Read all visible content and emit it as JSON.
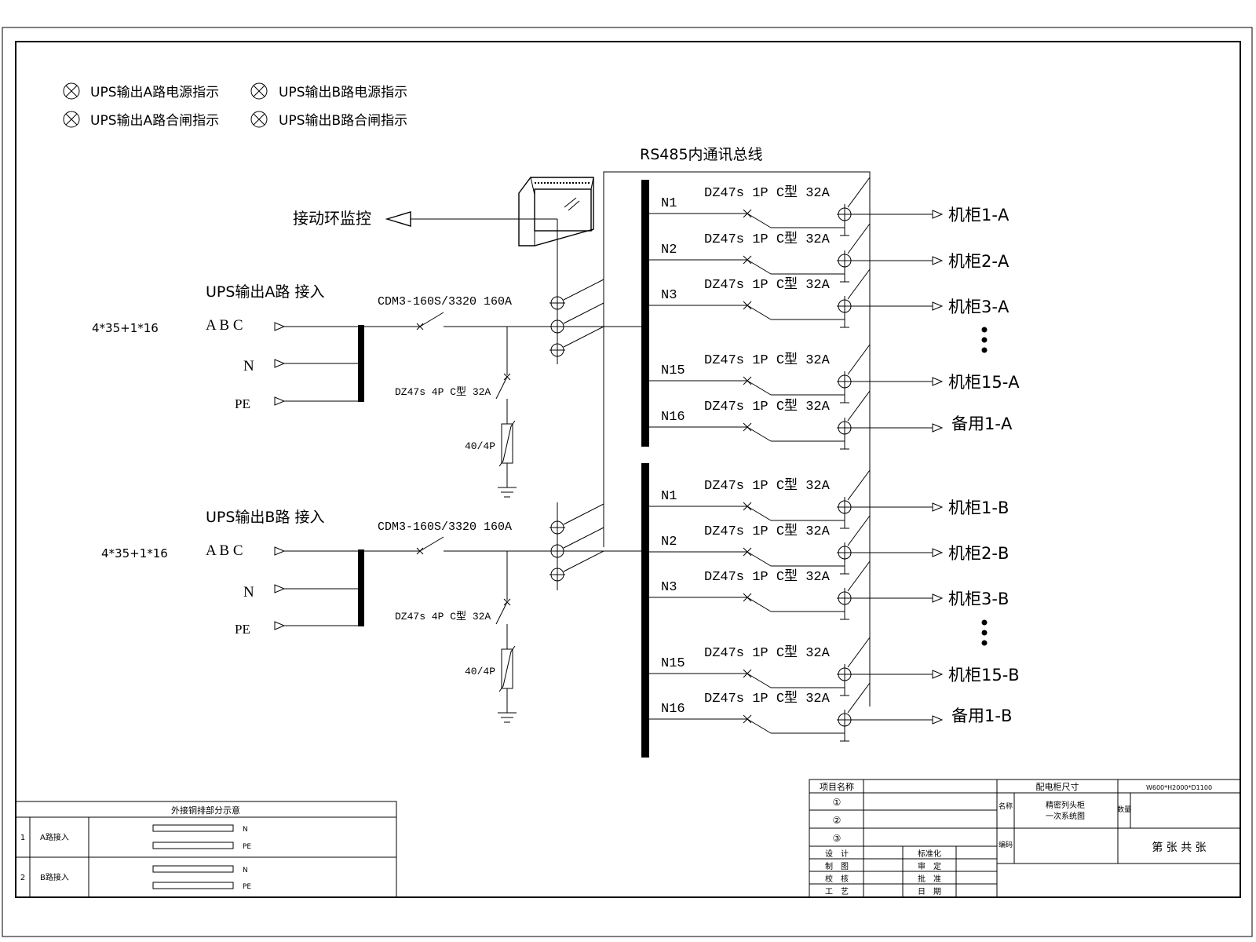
{
  "legend": {
    "items": [
      "UPS输出A路电源指示",
      "UPS输出B路电源指示",
      "UPS输出A路合闸指示",
      "UPS输出B路合闸指示"
    ]
  },
  "rs485_label": "RS485内通讯总线",
  "monitor_label": "接动环监控",
  "inputs": [
    {
      "title": "UPS输出A路 接入",
      "cable": "4*35+1*16",
      "phase_abc": "A B C",
      "neutral": "N",
      "pe": "PE",
      "main_breaker": "CDM3-160S/3320 160A",
      "spd_breaker": "DZ47s 4P C型 32A",
      "spd": "40/4P"
    },
    {
      "title": "UPS输出B路 接入",
      "cable": "4*35+1*16",
      "phase_abc": "A B C",
      "neutral": "N",
      "pe": "PE",
      "main_breaker": "CDM3-160S/3320 160A",
      "spd_breaker": "DZ47s 4P C型 32A",
      "spd": "40/4P"
    }
  ],
  "circuit_spec": "DZ47s 1P C型 32A",
  "groups": [
    {
      "circuits": [
        {
          "n": "N1",
          "dest": "机柜1-A"
        },
        {
          "n": "N2",
          "dest": "机柜2-A"
        },
        {
          "n": "N3",
          "dest": "机柜3-A"
        },
        {
          "n": "N15",
          "dest": "机柜15-A"
        },
        {
          "n": "N16",
          "dest": "备用1-A"
        }
      ]
    },
    {
      "circuits": [
        {
          "n": "N1",
          "dest": "机柜1-B"
        },
        {
          "n": "N2",
          "dest": "机柜2-B"
        },
        {
          "n": "N3",
          "dest": "机柜3-B"
        },
        {
          "n": "N15",
          "dest": "机柜15-B"
        },
        {
          "n": "N16",
          "dest": "备用1-B"
        }
      ]
    }
  ],
  "copper_table": {
    "title": "外接铜排部分示意",
    "rows": [
      {
        "no": "1",
        "name": "A路接入",
        "bars": [
          "N",
          "PE"
        ]
      },
      {
        "no": "2",
        "name": "B路接入",
        "bars": [
          "N",
          "PE"
        ]
      }
    ]
  },
  "title_block": {
    "project_name_label": "项目名称",
    "rows_circled": [
      "①",
      "②",
      "③"
    ],
    "cabinet_size_label": "配电柜尺寸",
    "cabinet_size_value": "W600*H2000*D1100",
    "name_label": "名称",
    "name_value_1": "精密列头柜",
    "name_value_2": "一次系统图",
    "quantity_label": "数量",
    "code_label": "编码",
    "sheet_text": "第    张 共    张",
    "sign_left": [
      "设　计",
      "制　图",
      "校　核",
      "工　艺"
    ],
    "sign_right": [
      "标准化",
      "审　定",
      "批　准",
      "日　期"
    ]
  }
}
